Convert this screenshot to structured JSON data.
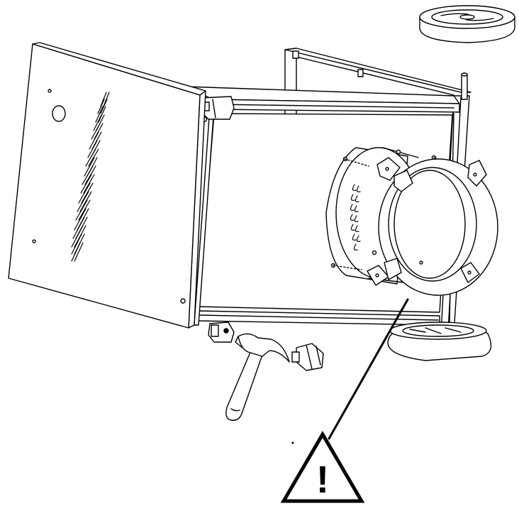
{
  "diagram": {
    "line_color": "#000000",
    "fill_color": "#ffffff",
    "parts": [
      {
        "id": "side-panel",
        "icon": "side-panel"
      },
      {
        "id": "cart-frame",
        "icon": "frame"
      },
      {
        "id": "fan-shroud",
        "icon": "fan-shroud"
      },
      {
        "id": "shroud-ring",
        "icon": "ring"
      },
      {
        "id": "wheel-detached",
        "icon": "wheel"
      },
      {
        "id": "wheel-mounted",
        "icon": "wheel"
      },
      {
        "id": "caster-foot",
        "icon": "foot-cap"
      },
      {
        "id": "clip",
        "icon": "clip"
      },
      {
        "id": "hammer",
        "icon": "hammer-icon"
      }
    ],
    "warning": {
      "icon": "warning-triangle-icon",
      "symbol": "!",
      "color": "#000000"
    }
  }
}
